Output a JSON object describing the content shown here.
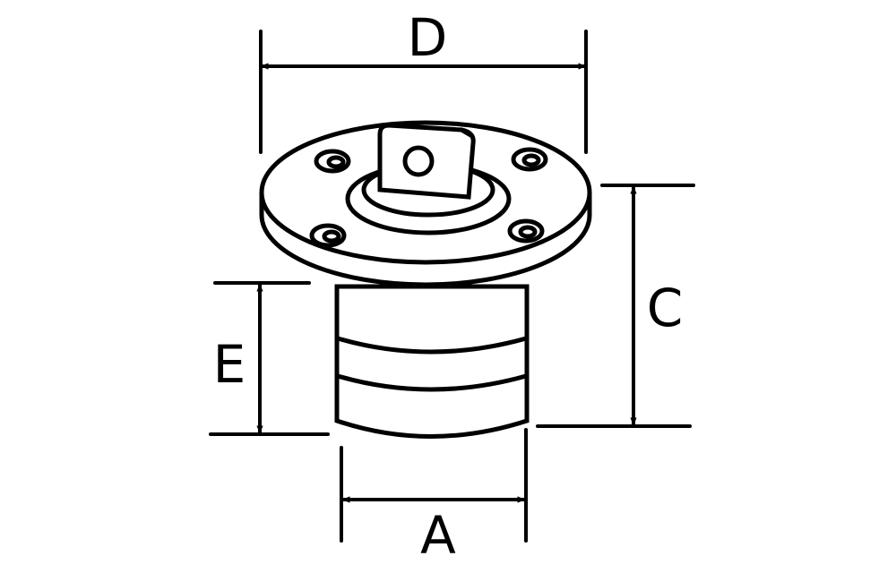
{
  "labels": {
    "d": "D",
    "c": "C",
    "e": "E",
    "a": "A"
  },
  "colors": {
    "line": "#000000",
    "background": "#ffffff"
  }
}
